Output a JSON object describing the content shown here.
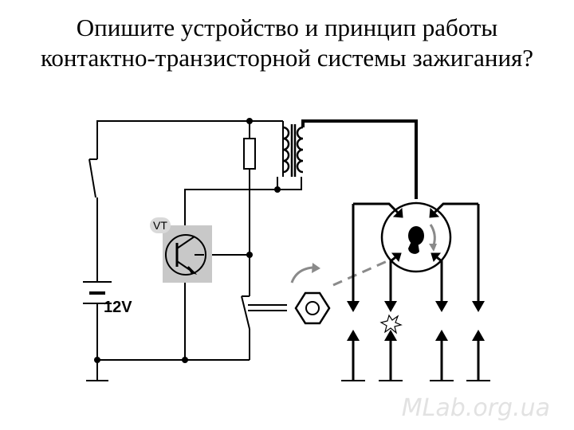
{
  "title": {
    "line1": "Опишите устройство и принцип работы",
    "line2": "контактно-транзисторной системы зажигания?"
  },
  "diagram": {
    "battery_label": "12V",
    "transistor_label": "VT",
    "watermark": "MLab.org.ua",
    "colors": {
      "wire": "#000000",
      "transistor_box": "#c8c8c8",
      "label_badge": "#d9d9d9",
      "gray_arrow": "#8a8a8a",
      "watermark": "#e2e2e2"
    }
  }
}
